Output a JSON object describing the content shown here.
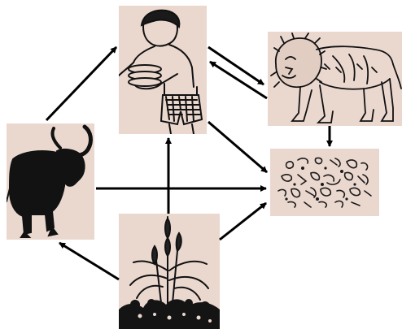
{
  "diagram": {
    "nodes": [
      {
        "id": "boy",
        "icon": "boy-carrying-bowls-icon"
      },
      {
        "id": "lion",
        "icon": "lion-icon"
      },
      {
        "id": "buffalo",
        "icon": "water-buffalo-icon"
      },
      {
        "id": "decomposers",
        "icon": "decomposer-particles-icon"
      },
      {
        "id": "plants",
        "icon": "grain-plants-icon"
      }
    ],
    "edges": [
      {
        "from": "plants",
        "to": "buffalo"
      },
      {
        "from": "plants",
        "to": "boy"
      },
      {
        "from": "plants",
        "to": "decomposers"
      },
      {
        "from": "buffalo",
        "to": "boy"
      },
      {
        "from": "buffalo",
        "to": "decomposers"
      },
      {
        "from": "boy",
        "to": "lion"
      },
      {
        "from": "lion",
        "to": "boy"
      },
      {
        "from": "boy",
        "to": "decomposers"
      },
      {
        "from": "lion",
        "to": "decomposers"
      }
    ],
    "colors": {
      "panel": "#ead8cf",
      "ink": "#111111",
      "arrow": "#000000"
    }
  }
}
